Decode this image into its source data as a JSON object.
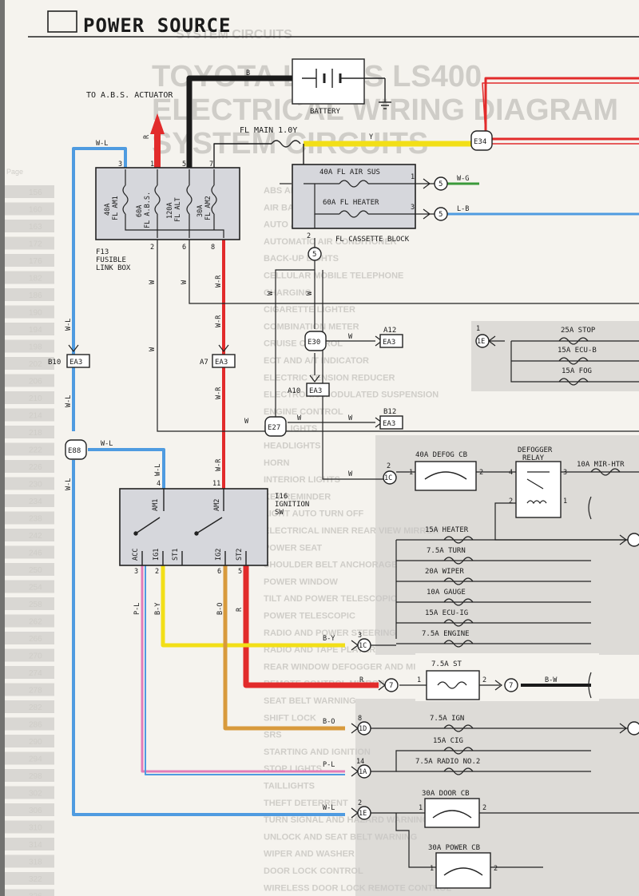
{
  "header": {
    "title": "POWER SOURCE"
  },
  "ghost": {
    "title1": "TOYOTA LEXUS LS400",
    "title2": "ELECTRICAL WIRING DIAGRAM",
    "title3": "SYSTEM CIRCUITS",
    "page_label": "Page",
    "system_index": "SYSTEM CIRCUITS",
    "items": [
      "ABS AND TRACTION CONTROL",
      "AIR BAG",
      "AUTO ANTENNA",
      "AUTOMATIC AIR CONDITIONER",
      "BACK-UP LIGHTS",
      "CELLULAR MOBILE TELEPHONE",
      "CHARGING",
      "CIGARETTE LIGHTER",
      "COMBINATION METER",
      "CRUISE CONTROL",
      "ECT AND A/T INDICATOR",
      "ELECTRIC TENSION REDUCER",
      "ELECTRONIC MODULATED SUSPENSION",
      "ENGINE CONTROL",
      "FOG LIGHTS",
      "HEADLIGHTS",
      "HORN",
      "INTERIOR LIGHTS",
      "KEY REMINDER",
      "LIGHT AUTO TURN OFF",
      "ELECTRICAL INNER REAR VIEW MIRROR",
      "POWER SEAT",
      "SHOULDER BELT ANCHORAGE",
      "POWER WINDOW",
      "TILT AND POWER TELESCOPIC",
      "POWER TELESCOPIC",
      "RADIO AND POWER STEERING",
      "RADIO AND TAPE PLAYER",
      "REAR WINDOW DEFOGGER AND MIRROR HEATER",
      "REMOTE CONTROL MIRRORS",
      "SEAT BELT WARNING",
      "SHIFT LOCK",
      "SRS",
      "STARTING AND IGNITION",
      "STOP LIGHTS",
      "TAILLIGHTS",
      "THEFT DETERRENT",
      "TURN SIGNAL AND HAZARD WARNING LIGHTS",
      "UNLOCK AND SEAT BELT WARNING",
      "WIPER AND WASHER",
      "DOOR LOCK CONTROL",
      "WIRELESS DOOR LOCK REMOTE CONTROL"
    ],
    "page_numbers": [
      "156",
      "160",
      "163",
      "172",
      "176",
      "182",
      "186",
      "190",
      "194",
      "198",
      "202",
      "206",
      "210",
      "214",
      "218",
      "222",
      "226",
      "230",
      "234",
      "238",
      "242",
      "246",
      "250",
      "254",
      "258",
      "262",
      "266",
      "270",
      "274",
      "278",
      "282",
      "286",
      "290",
      "294",
      "298",
      "302",
      "306",
      "310",
      "314",
      "318",
      "322",
      "326"
    ]
  },
  "labels": {
    "to_abs": "TO A.B.S. ACTUATOR",
    "battery": "BATTERY",
    "fl_main": "FL MAIN 1.0Y",
    "fl_air_sus": "40A FL AIR SUS",
    "fl_heater": "60A FL HEATER",
    "fl_cassette": "FL CASSETTE BLOCK",
    "f13_id": "F13",
    "f13_name": "FUSIBLE",
    "f13_name2": "LINK BOX",
    "fl_am1": "40A",
    "fl_am1b": "FL AM1",
    "fl_abs": "60A",
    "fl_absb": "FL A.B.S.",
    "fl_alt": "120A",
    "fl_altb": "FL ALT",
    "fl_am2": "30A",
    "fl_am2b": "FL AM2",
    "i16_id": "I16",
    "i16_name": "IGNITION",
    "i16_name2": "SW",
    "am1": "AM1",
    "am2": "AM2",
    "acc": "ACC",
    "ig1": "IG1",
    "st1": "ST1",
    "ig2": "IG2",
    "st2": "ST2",
    "defogger_relay1": "DEFOGGER",
    "defogger_relay2": "RELAY",
    "defog_cb": "40A DEFOG CB",
    "mir_htr": "10A MIR-HTR",
    "stop": "25A STOP",
    "ecu_b": "15A ECU-B",
    "fog": "15A FOG",
    "heater": "15A HEATER",
    "turn": "7.5A TURN",
    "wiper": "20A WIPER",
    "gauge": "10A GAUGE",
    "ecu_ig": "15A ECU-IG",
    "engine": "7.5A ENGINE",
    "st": "7.5A ST",
    "ign": "7.5A IGN",
    "cig": "15A CIG",
    "radio2": "7.5A RADIO NO.2",
    "door_cb": "30A DOOR CB",
    "power_cb": "30A POWER CB"
  },
  "connectors": {
    "e34": "E34",
    "c5a": "5",
    "c5b": "5",
    "c5c": "5",
    "e30": "E30",
    "ea3a": "EA3",
    "ea3b": "EA3",
    "ea3c": "EA3",
    "ea3d": "EA3",
    "ea3e": "EA3",
    "e27": "E27",
    "e88": "E88",
    "c1e_top": "1E",
    "c1c_top": "1C",
    "c1c_mid": "1C",
    "c7a": "7",
    "c7b": "7",
    "c1d": "1D",
    "c1a": "1A",
    "c1e_bot": "1E"
  },
  "pins": {
    "a12": "A12",
    "a10": "A10",
    "b12": "B12",
    "b10": "B10",
    "a7": "A7"
  },
  "wires": {
    "b": "B",
    "r": "R",
    "y": "Y",
    "wl": "W-L",
    "wg": "W-G",
    "lb": "L-B",
    "w": "W",
    "wr": "W-R",
    "by": "B-Y",
    "bo": "B-O",
    "pl": "P-L",
    "bw": "B-W"
  },
  "pin_numbers": [
    "1",
    "2",
    "3",
    "4",
    "5",
    "6",
    "7",
    "8",
    "11",
    "14"
  ],
  "colors": {
    "red": "#e22b2b",
    "yellow": "#f2df17",
    "blue": "#4f9be0",
    "green": "#3a9a3a",
    "orange": "#d89a3c",
    "pink": "#e27bb8",
    "black": "#1a1a1a",
    "box": "#d6d7dc",
    "page": "#f5f3ee"
  },
  "icons": {
    "battery": "battery-icon",
    "ground": "ground-icon",
    "arrow": "arrow-up-icon"
  }
}
